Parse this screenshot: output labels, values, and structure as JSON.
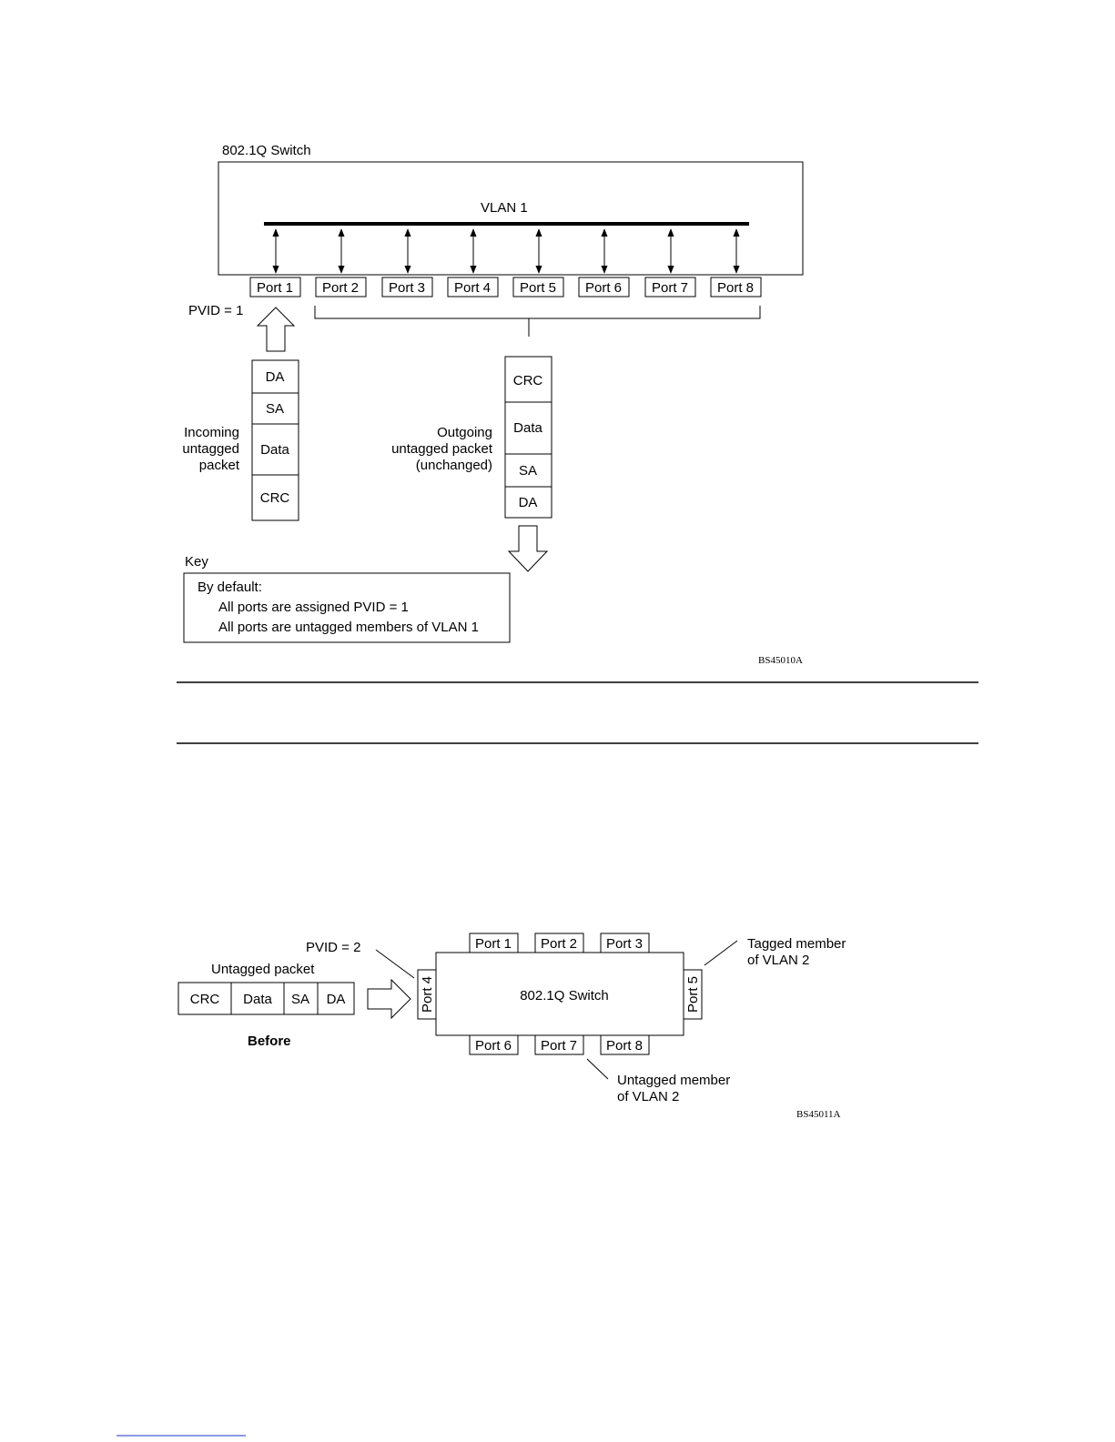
{
  "diagram1": {
    "switch_title": "802.1Q Switch",
    "vlan_label": "VLAN 1",
    "ports": [
      "Port 1",
      "Port 2",
      "Port 3",
      "Port 4",
      "Port 5",
      "Port 6",
      "Port 7",
      "Port 8"
    ],
    "pvid_label": "PVID = 1",
    "incoming_label": [
      "Incoming",
      "untagged",
      "packet"
    ],
    "incoming_fields": [
      "DA",
      "SA",
      "Data",
      "CRC"
    ],
    "outgoing_label": [
      "Outgoing",
      "untagged packet",
      "(unchanged)"
    ],
    "outgoing_fields": [
      "CRC",
      "Data",
      "SA",
      "DA"
    ],
    "key_title": "Key",
    "key_lines": [
      "By default:",
      "All ports are assigned PVID = 1",
      "All ports are untagged members of VLAN 1"
    ],
    "figure_id": "BS45010A"
  },
  "diagram2": {
    "pvid_label": "PVID = 2",
    "packet_title": "Untagged packet",
    "packet_fields": [
      "CRC",
      "Data",
      "SA",
      "DA"
    ],
    "before_label": "Before",
    "switch_title": "802.1Q Switch",
    "top_ports": [
      "Port 1",
      "Port 2",
      "Port 3"
    ],
    "bottom_ports": [
      "Port 6",
      "Port 7",
      "Port 8"
    ],
    "left_port": "Port 4",
    "right_port": "Port 5",
    "tagged_label": [
      "Tagged member",
      "of VLAN 2"
    ],
    "untagged_label": [
      "Untagged member",
      "of VLAN 2"
    ],
    "figure_id": "BS45011A"
  }
}
